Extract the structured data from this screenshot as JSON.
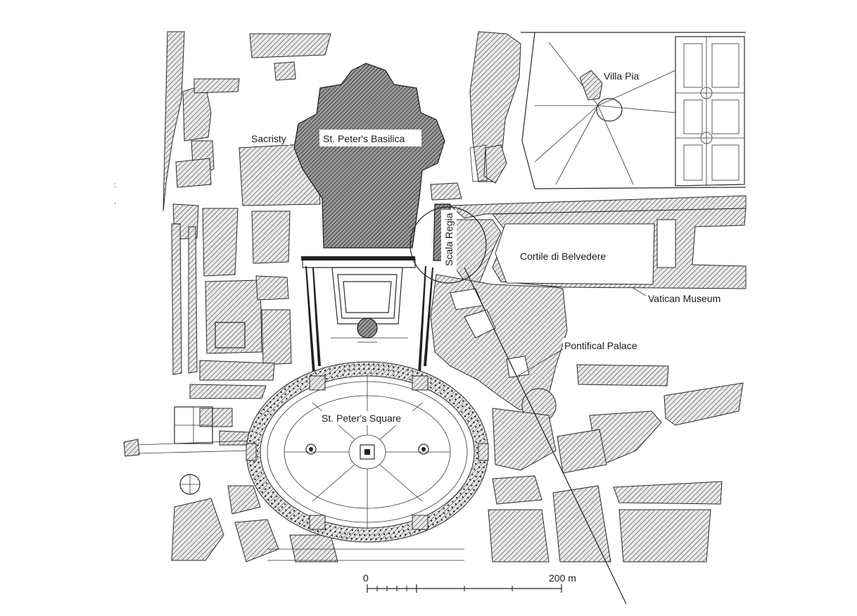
{
  "map": {
    "labels": {
      "villa_pia": "Villa Pia",
      "sacristy": "Sacristy",
      "basilica": "St. Peter's Basilica",
      "scala_regia": "Scala Regia",
      "cortile": "Cortile di Belvedere",
      "vatican_museum": "Vatican Museum",
      "pontifical_palace": "Pontifical Palace",
      "square": "St. Peter's Square"
    },
    "scale_bar": {
      "start_label": "0",
      "end_label": "200 m"
    }
  }
}
